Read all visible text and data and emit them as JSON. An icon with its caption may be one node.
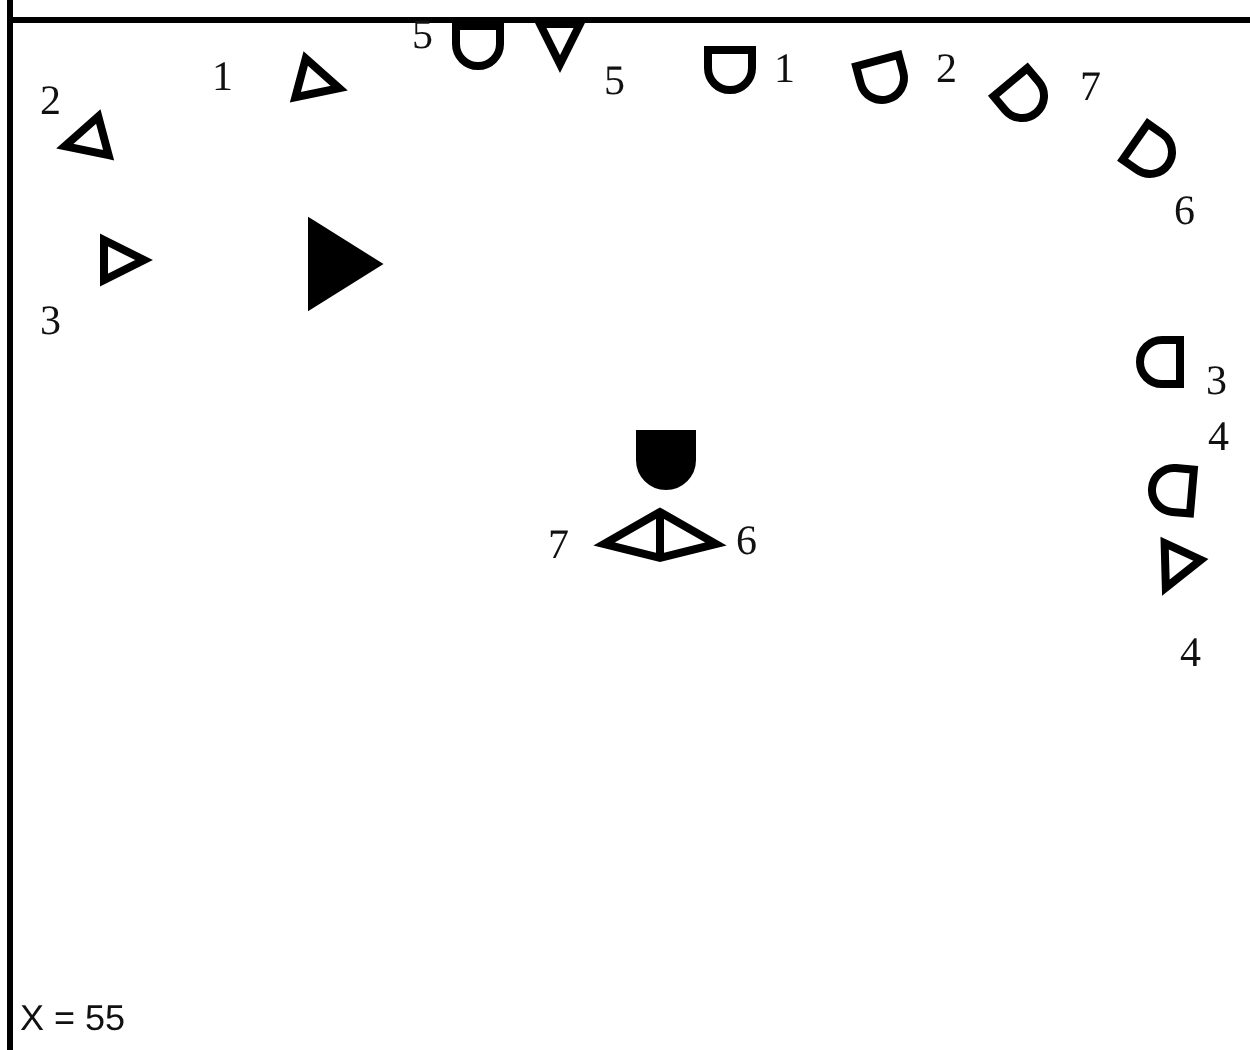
{
  "diagram": {
    "labels": [
      "2",
      "1",
      "5",
      "5",
      "1",
      "2",
      "7",
      "6",
      "3",
      "3",
      "4",
      "7",
      "6",
      "4",
      "X = 55"
    ]
  }
}
